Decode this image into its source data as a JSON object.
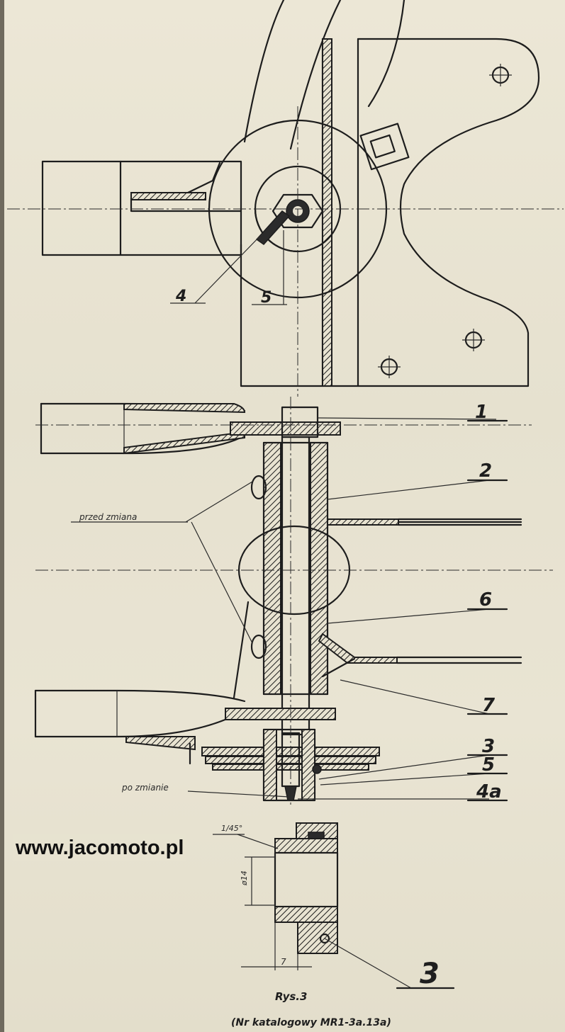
{
  "watermark": "www.jacomoto.pl",
  "labels": {
    "top_4": "4",
    "top_5": "5",
    "mid_1": "1",
    "mid_2": "2",
    "mid_6": "6",
    "mid_7": "7",
    "mid_3": "3",
    "mid_5": "5",
    "mid_4a": "4a",
    "detail_3": "3"
  },
  "notes": {
    "before_change": "przed zmiana",
    "after_change": "po zmianie",
    "chamfer": "1/45°",
    "diameter": "ø14",
    "width": "7"
  },
  "caption": {
    "figure": "Rys.3",
    "catalog": "(Nr katalogowy MR1-3a.13a)"
  }
}
